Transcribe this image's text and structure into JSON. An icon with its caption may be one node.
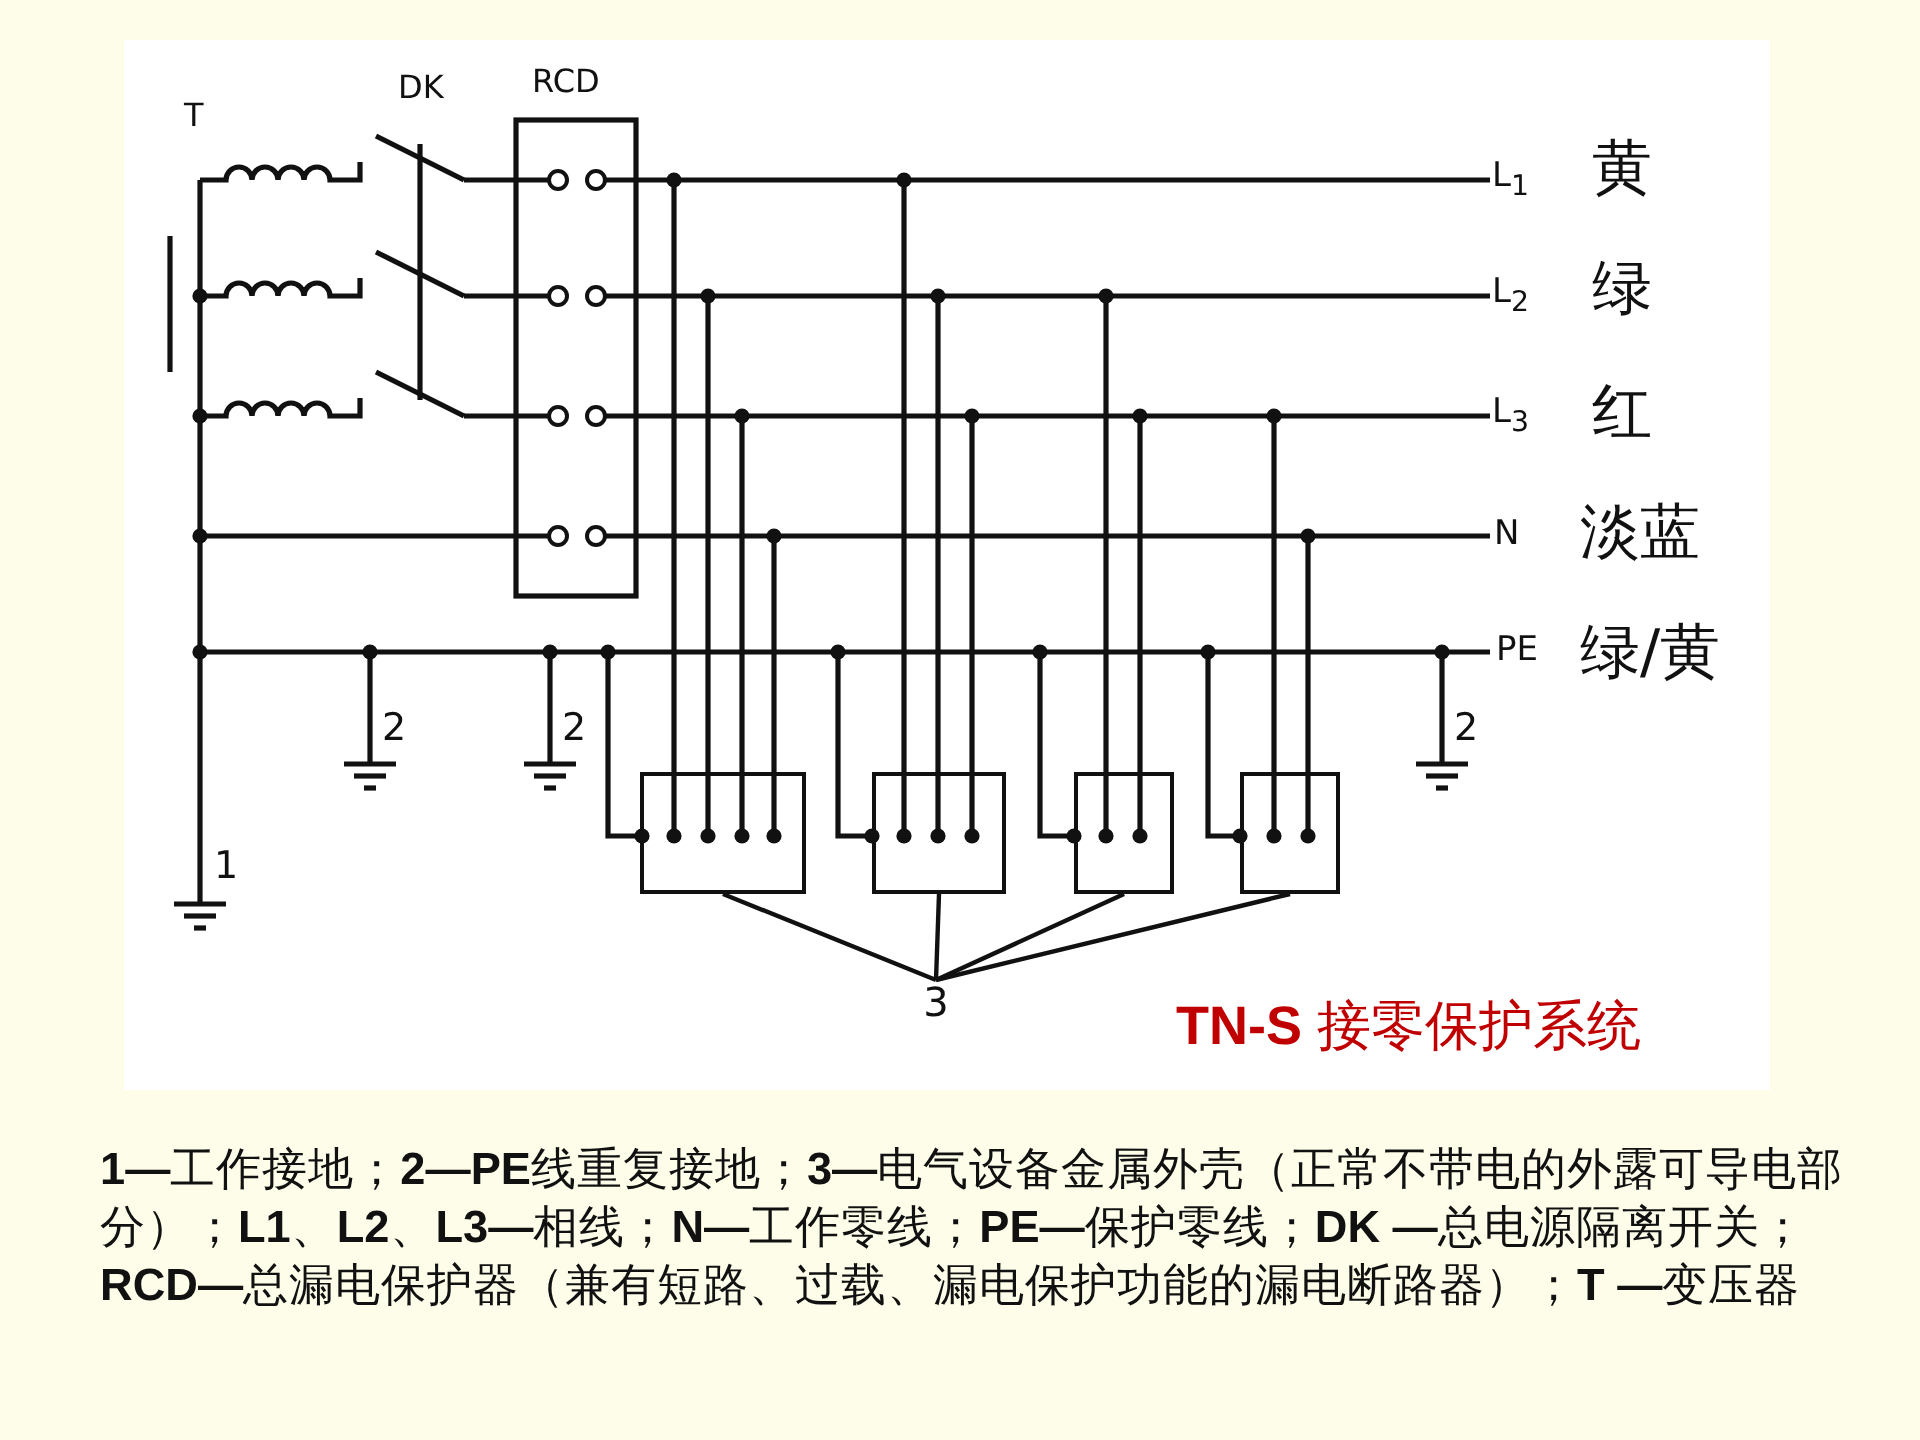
{
  "diagram": {
    "title": "**TN-S** 接零保护系统",
    "caption": "**1—**工作接地；**2—PE**线重复接地；**3—**电气设备金属外壳（正常不带电的外露可导电部分）；**L1**、**L2**、**L3—**相线；**N—**工作零线；**PE—**保护零线；**DK —**总电源隔离开关；**RCD—**总漏电保护器（兼有短路、过载、漏电保护功能的漏电断路器）；**T —**变压器",
    "nodes": [
      {
        "text": [],
        "shape": "box"
      },
      {
        "text": [],
        "shape": "box"
      },
      {
        "text": [],
        "shape": "box"
      },
      {
        "text": [],
        "shape": "box"
      },
      {
        "text": [
          "3"
        ]
      }
    ],
    "edges": [
      {
        "from": 4,
        "to": 0,
        "arrow": "none"
      },
      {
        "from": 4,
        "to": 1,
        "arrow": "none"
      },
      {
        "from": 4,
        "to": 2,
        "arrow": "none"
      },
      {
        "from": 4,
        "to": 3,
        "arrow": "none"
      }
    ],
    "labels": [
      "T",
      "DK",
      "RCD",
      "L$_{1}$",
      "黄",
      "L$_{2}$",
      "绿",
      "L$_{3}$",
      "红",
      "N",
      "淡蓝",
      "PE",
      "绿/黄",
      "2",
      "2",
      "2",
      "1"
    ]
  }
}
